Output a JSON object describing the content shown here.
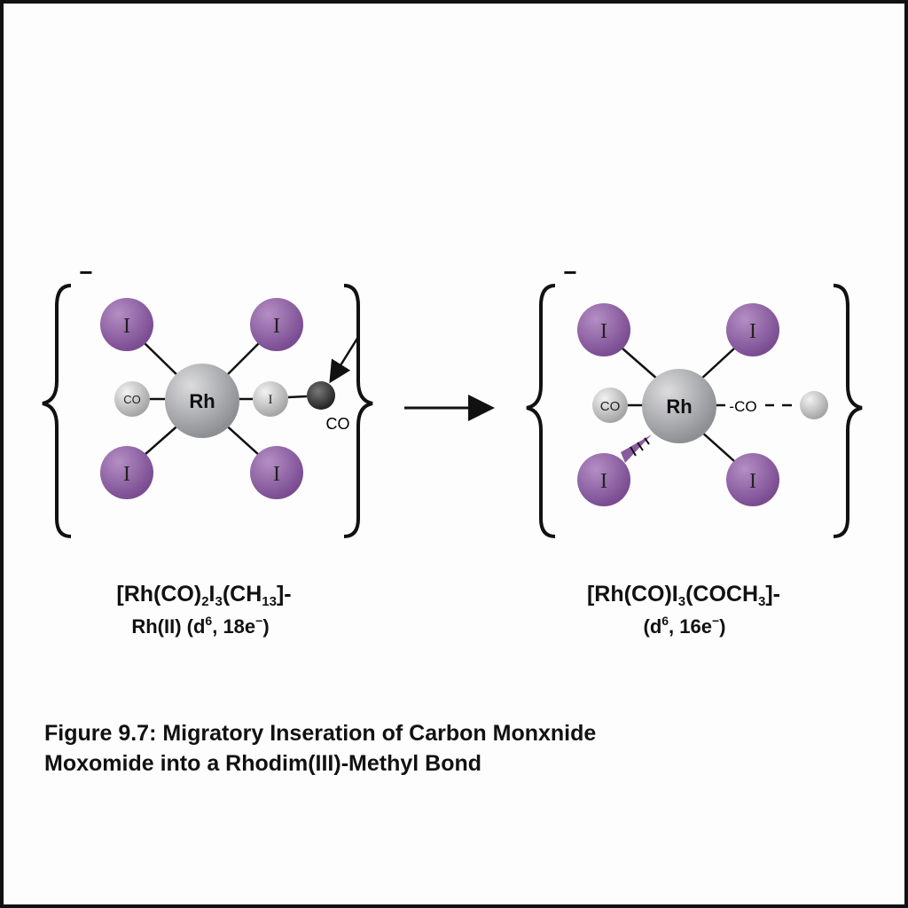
{
  "left_complex": {
    "charge": "−",
    "center": "Rh",
    "iodide_label": "I",
    "co_left": "CO",
    "axial_label": "I",
    "migrating_label": "CO",
    "formula": [
      "[Rh(CO)",
      "2",
      "I",
      "3",
      "(CH",
      "13",
      "]-"
    ],
    "config": [
      "Rh(II) (d",
      "6",
      ", 18e",
      "−",
      ")"
    ]
  },
  "right_complex": {
    "charge": "−",
    "center": "Rh",
    "iodide_label": "I",
    "co_left": "CO",
    "co_right": "-CO",
    "formula": [
      "[Rh(CO)I",
      "3",
      "(COCH",
      "3",
      "]-"
    ],
    "config": [
      "(d",
      "6",
      ", 16e",
      "−",
      ")"
    ]
  },
  "caption": {
    "line1": "Figure 9.7: Migratory Inseration of Carbon Monxnide",
    "line2": "Moxomide into a Rhodim(III)-Methyl Bond"
  },
  "colors": {
    "iodine": "#8a5aa0",
    "rhodium": "#a9aaad",
    "dark_atom": "#2e2e2e",
    "ink": "#111111"
  }
}
